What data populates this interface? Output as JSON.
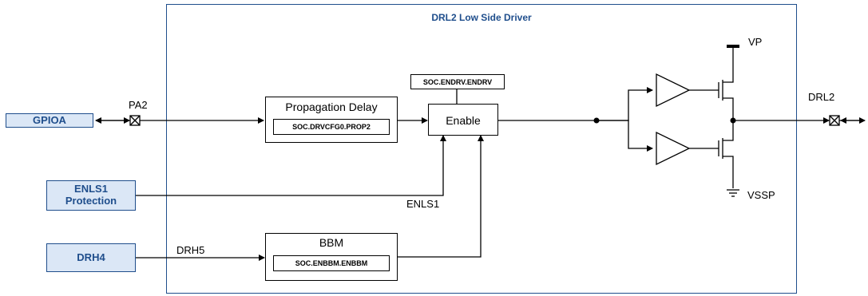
{
  "title": "DRL2 Low Side Driver",
  "external": {
    "gpioa": "GPIOA",
    "enls1_line1": "ENLS1",
    "enls1_line2": "Protection",
    "drh4": "DRH4"
  },
  "blocks": {
    "propagation_title": "Propagation Delay",
    "propagation_reg": "SOC.DRVCFG0.PROP2",
    "enable_title": "Enable",
    "enable_reg": "SOC.ENDRV.ENDRV",
    "bbm_title": "BBM",
    "bbm_reg": "SOC.ENBBM.ENBBM"
  },
  "signals": {
    "pa2": "PA2",
    "enls1": "ENLS1",
    "drh5": "DRH5",
    "drl2": "DRL2",
    "vp": "VP",
    "vssp": "VSSP"
  },
  "colors": {
    "accent": "#1f4e8c",
    "external_fill": "#dbe7f6"
  }
}
